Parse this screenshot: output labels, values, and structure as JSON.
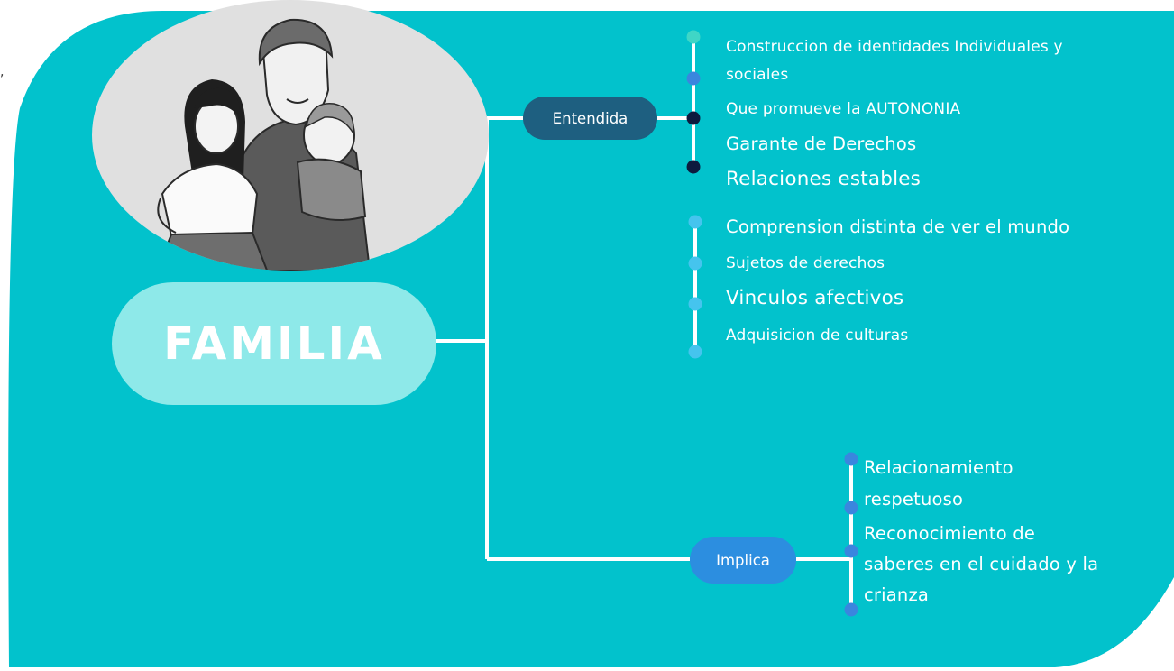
{
  "central": {
    "label": "FAMILIA"
  },
  "branches": [
    {
      "label": "Entendida",
      "groups": [
        {
          "items": [
            {
              "line1": "Construccion de identidades Individuales y",
              "line2": "sociales"
            },
            {
              "line1": "Que promueve la AUTONONIA"
            },
            {
              "line1": "Garante de  Derechos"
            },
            {
              "line1": "Relaciones estables"
            }
          ]
        },
        {
          "items": [
            {
              "line1": "Comprension distinta de ver el mundo"
            },
            {
              "line1": "Sujetos de derechos"
            },
            {
              "line1": "Vinculos afectivos"
            },
            {
              "line1": "Adquisicion de culturas"
            }
          ]
        }
      ]
    },
    {
      "label": "Implica",
      "groups": [
        {
          "items": [
            {
              "line1": "Relacionamiento",
              "line2": "respetuoso"
            },
            {
              "line1": "Reconocimiento de",
              "line2": "saberes en el cuidado y la",
              "line3": "crianza"
            }
          ]
        }
      ]
    }
  ],
  "image": {
    "name": "family-illustration"
  },
  "colors": {
    "background": "#02c2cc",
    "central_pill": "#8ee9e9",
    "entendida_pill": "#1e5f80",
    "implica_pill": "#2c8ee0",
    "connector": "#ffffff",
    "dot_teal": "#3fd6c6",
    "dot_blue": "#3a86de",
    "dot_navy": "#0d1a3e",
    "dot_light": "#45c4ee",
    "image_bg": "#e0e0e0"
  }
}
